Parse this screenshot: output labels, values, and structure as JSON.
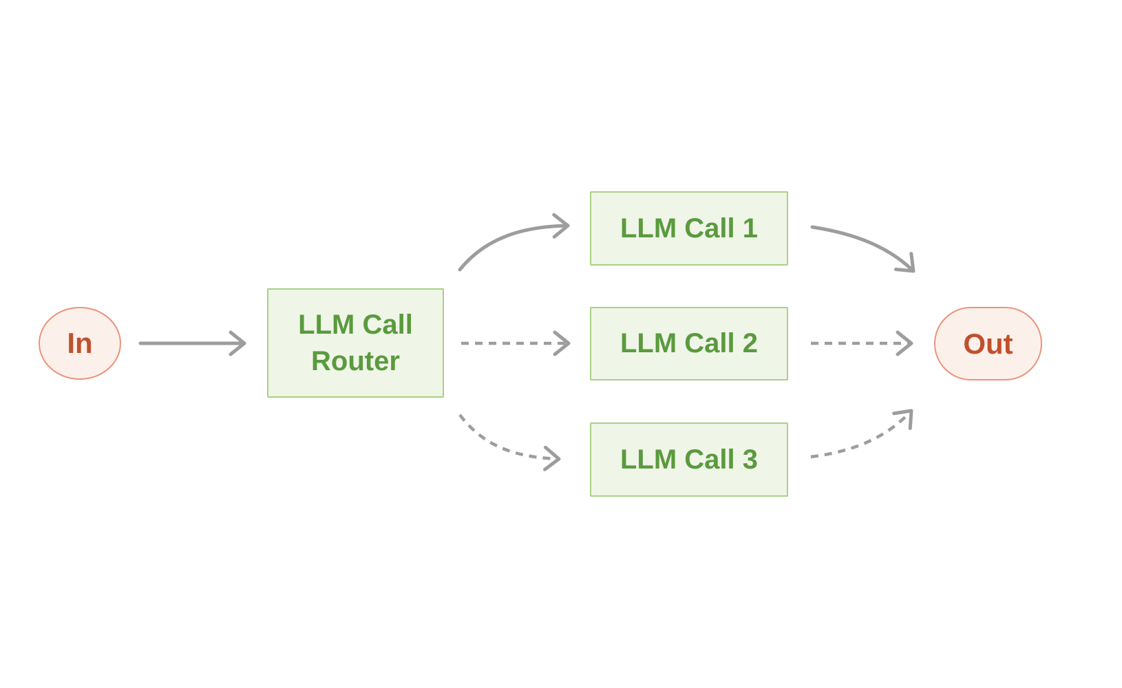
{
  "diagram": {
    "nodes": {
      "in": {
        "label": "In",
        "shape": "pill",
        "role": "input"
      },
      "router": {
        "label": "LLM Call Router",
        "shape": "rect",
        "role": "router"
      },
      "call1": {
        "label": "LLM Call 1",
        "shape": "rect",
        "role": "llm-call"
      },
      "call2": {
        "label": "LLM Call 2",
        "shape": "rect",
        "role": "llm-call"
      },
      "call3": {
        "label": "LLM Call 3",
        "shape": "rect",
        "role": "llm-call"
      },
      "out": {
        "label": "Out",
        "shape": "pill",
        "role": "output"
      }
    },
    "edges": [
      {
        "from": "in",
        "to": "router",
        "style": "solid"
      },
      {
        "from": "router",
        "to": "call1",
        "style": "solid"
      },
      {
        "from": "router",
        "to": "call2",
        "style": "dashed"
      },
      {
        "from": "router",
        "to": "call3",
        "style": "dashed"
      },
      {
        "from": "call1",
        "to": "out",
        "style": "solid"
      },
      {
        "from": "call2",
        "to": "out",
        "style": "dashed"
      },
      {
        "from": "call3",
        "to": "out",
        "style": "dashed"
      }
    ],
    "colors": {
      "background": "#ffffff",
      "green_fill": "#eff5e7",
      "green_border": "#a9d184",
      "green_text": "#5a9a3e",
      "pink_fill": "#fcf0ea",
      "salmon_border": "#e9947b",
      "red_text": "#c0512e",
      "arrow_gray": "#9d9d9d"
    }
  }
}
